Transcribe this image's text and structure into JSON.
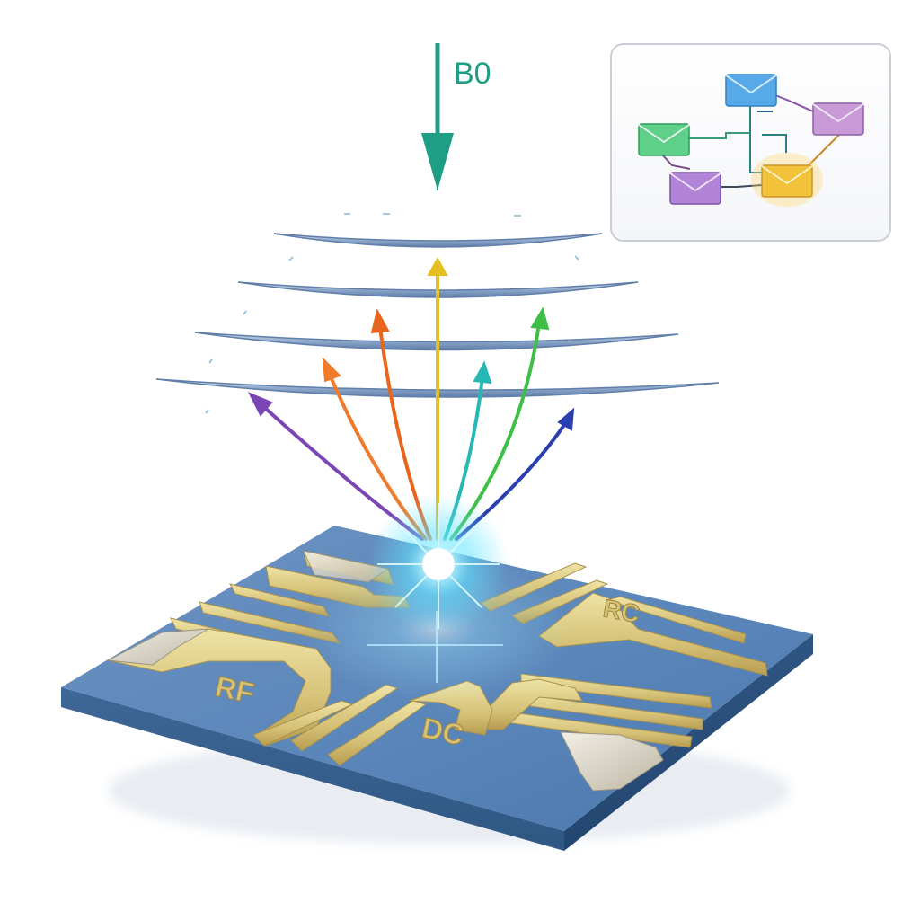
{
  "field": {
    "label": "B0",
    "color": "#1f9e86"
  },
  "chip": {
    "labels": {
      "rf": "RF",
      "rc": "RC",
      "dc": "DC"
    },
    "substrate_color": "#4d79ab",
    "electrode_color": "#d9c77e",
    "glow_color": "#5fe3ff"
  },
  "emission_arrows": [
    {
      "name": "purple",
      "color": "#7b46b4"
    },
    {
      "name": "orange",
      "color": "#ef7a2a"
    },
    {
      "name": "dark-orange",
      "color": "#e8651d"
    },
    {
      "name": "yellow",
      "color": "#e5bf22"
    },
    {
      "name": "teal",
      "color": "#27b7b4"
    },
    {
      "name": "green",
      "color": "#3fbf47"
    },
    {
      "name": "blue",
      "color": "#2a3fb0"
    }
  ],
  "network_inset": {
    "nodes": [
      {
        "name": "blue",
        "color": "#58a9e8"
      },
      {
        "name": "green",
        "color": "#5fcf8a"
      },
      {
        "name": "pink",
        "color": "#c89ad6"
      },
      {
        "name": "purple",
        "color": "#b184d8"
      },
      {
        "name": "yellow",
        "color": "#f2c23a"
      }
    ]
  }
}
